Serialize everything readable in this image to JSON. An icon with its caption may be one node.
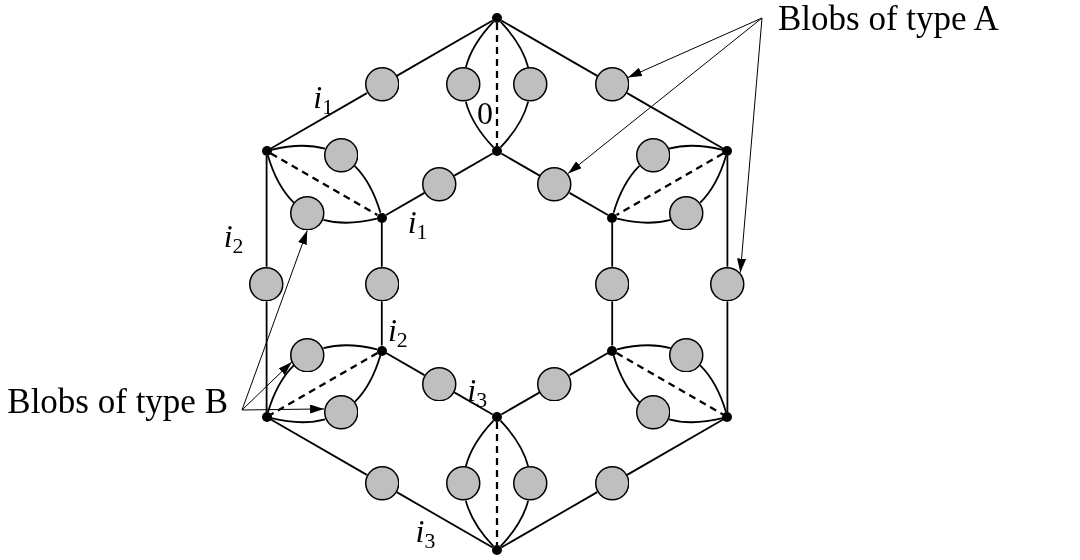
{
  "diagram": {
    "nodes": [
      {
        "text": [],
        "shape": "dot"
      },
      {
        "text": [
          "Blobs of type A"
        ]
      },
      {
        "text": [],
        "shape": "circle"
      },
      {
        "text": [],
        "shape": "circle"
      },
      {
        "text": [],
        "shape": "circle"
      },
      {
        "text": [],
        "shape": "circle"
      },
      {
        "text": [],
        "shape": "dot"
      },
      {
        "text": [],
        "shape": "dot"
      },
      {
        "text": [],
        "shape": "dot"
      },
      {
        "text": [],
        "shape": "circle"
      },
      {
        "text": [],
        "shape": "circle"
      },
      {
        "text": [],
        "shape": "circle"
      },
      {
        "text": [],
        "shape": "circle"
      },
      {
        "text": [],
        "shape": "circle"
      },
      {
        "text": [],
        "shape": "circle"
      },
      {
        "text": [],
        "shape": "dot"
      },
      {
        "text": [],
        "shape": "dot"
      },
      {
        "text": [],
        "shape": "circle"
      },
      {
        "text": [],
        "shape": "circle"
      },
      {
        "text": [],
        "shape": "circle"
      },
      {
        "text": [],
        "shape": "circle"
      },
      {
        "text": [],
        "shape": "dot"
      },
      {
        "text": [],
        "shape": "dot"
      },
      {
        "text": [],
        "shape": "circle"
      },
      {
        "text": [],
        "shape": "circle"
      },
      {
        "text": [],
        "shape": "circle"
      },
      {
        "text": [],
        "shape": "circle"
      },
      {
        "text": [
          "Blobs of type B"
        ]
      },
      {
        "text": [],
        "shape": "circle"
      },
      {
        "text": [],
        "shape": "circle"
      },
      {
        "text": [],
        "shape": "dot"
      },
      {
        "text": [],
        "shape": "dot"
      },
      {
        "text": [],
        "shape": "dot"
      },
      {
        "text": [],
        "shape": "circle"
      },
      {
        "text": [],
        "shape": "circle"
      },
      {
        "text": [],
        "shape": "circle"
      },
      {
        "text": [],
        "shape": "circle"
      },
      {
        "text": [],
        "shape": "dot"
      }
    ],
    "edges": [
      {
        "from": 0,
        "to": 2,
        "arrow": "none"
      },
      {
        "from": 2,
        "to": 6,
        "arrow": "none",
        "label": "*i*$_{1}$"
      },
      {
        "from": 0,
        "to": 5,
        "arrow": "none"
      },
      {
        "from": 5,
        "to": 8,
        "arrow": "none"
      },
      {
        "from": 7,
        "to": 11,
        "arrow": "none"
      },
      {
        "from": 11,
        "to": 15,
        "arrow": "none",
        "label": "*i*$_{1}$"
      },
      {
        "from": 7,
        "to": 12,
        "arrow": "none"
      },
      {
        "from": 12,
        "to": 16,
        "arrow": "none"
      },
      {
        "from": 6,
        "to": 17,
        "arrow": "none",
        "label": "*i*$_{2}$"
      },
      {
        "from": 17,
        "to": 30,
        "arrow": "none"
      },
      {
        "from": 15,
        "to": 18,
        "arrow": "none"
      },
      {
        "from": 18,
        "to": 21,
        "arrow": "none",
        "label": "*i*$_{2}$"
      },
      {
        "from": 16,
        "to": 19,
        "arrow": "none"
      },
      {
        "from": 19,
        "to": 22,
        "arrow": "none"
      },
      {
        "from": 8,
        "to": 20,
        "arrow": "none"
      },
      {
        "from": 20,
        "to": 32,
        "arrow": "none"
      },
      {
        "from": 21,
        "to": 25,
        "arrow": "none"
      },
      {
        "from": 25,
        "to": 31,
        "arrow": "none",
        "label": "*i*$_{3}$"
      },
      {
        "from": 22,
        "to": 26,
        "arrow": "none"
      },
      {
        "from": 26,
        "to": 31,
        "arrow": "none"
      },
      {
        "from": 30,
        "to": 33,
        "arrow": "none"
      },
      {
        "from": 33,
        "to": 37,
        "arrow": "none",
        "label": "*i*$_{3}$"
      },
      {
        "from": 32,
        "to": 36,
        "arrow": "none"
      },
      {
        "from": 36,
        "to": 37,
        "arrow": "none"
      },
      {
        "from": 0,
        "to": 3,
        "arrow": "none"
      },
      {
        "from": 3,
        "to": 7,
        "arrow": "none"
      },
      {
        "from": 0,
        "to": 4,
        "arrow": "none"
      },
      {
        "from": 4,
        "to": 7,
        "arrow": "none"
      },
      {
        "from": 6,
        "to": 9,
        "arrow": "none"
      },
      {
        "from": 9,
        "to": 15,
        "arrow": "none"
      },
      {
        "from": 6,
        "to": 13,
        "arrow": "none"
      },
      {
        "from": 13,
        "to": 15,
        "arrow": "none"
      },
      {
        "from": 8,
        "to": 10,
        "arrow": "none"
      },
      {
        "from": 10,
        "to": 16,
        "arrow": "none"
      },
      {
        "from": 8,
        "to": 14,
        "arrow": "none"
      },
      {
        "from": 14,
        "to": 16,
        "arrow": "none"
      },
      {
        "from": 21,
        "to": 23,
        "arrow": "none"
      },
      {
        "from": 23,
        "to": 30,
        "arrow": "none"
      },
      {
        "from": 21,
        "to": 28,
        "arrow": "none"
      },
      {
        "from": 28,
        "to": 30,
        "arrow": "none"
      },
      {
        "from": 22,
        "to": 24,
        "arrow": "none"
      },
      {
        "from": 24,
        "to": 32,
        "arrow": "none"
      },
      {
        "from": 22,
        "to": 29,
        "arrow": "none"
      },
      {
        "from": 29,
        "to": 32,
        "arrow": "none"
      },
      {
        "from": 31,
        "to": 34,
        "arrow": "none"
      },
      {
        "from": 34,
        "to": 37,
        "arrow": "none"
      },
      {
        "from": 31,
        "to": 35,
        "arrow": "none"
      },
      {
        "from": 35,
        "to": 37,
        "arrow": "none"
      },
      {
        "from": 0,
        "to": 7,
        "arrow": "none",
        "style": "dashed",
        "label": "0"
      },
      {
        "from": 6,
        "to": 15,
        "arrow": "none",
        "style": "dashed"
      },
      {
        "from": 8,
        "to": 16,
        "arrow": "none",
        "style": "dashed"
      },
      {
        "from": 21,
        "to": 30,
        "arrow": "none",
        "style": "dashed"
      },
      {
        "from": 22,
        "to": 32,
        "arrow": "none",
        "style": "dashed"
      },
      {
        "from": 31,
        "to": 37,
        "arrow": "none",
        "style": "dashed"
      },
      {
        "from": 1,
        "to": 5,
        "arrow": "to"
      },
      {
        "from": 1,
        "to": 12,
        "arrow": "to"
      },
      {
        "from": 1,
        "to": 20,
        "arrow": "to"
      },
      {
        "from": 27,
        "to": 13,
        "arrow": "to"
      },
      {
        "from": 27,
        "to": 23,
        "arrow": "to"
      },
      {
        "from": 27,
        "to": 28,
        "arrow": "to"
      }
    ]
  }
}
